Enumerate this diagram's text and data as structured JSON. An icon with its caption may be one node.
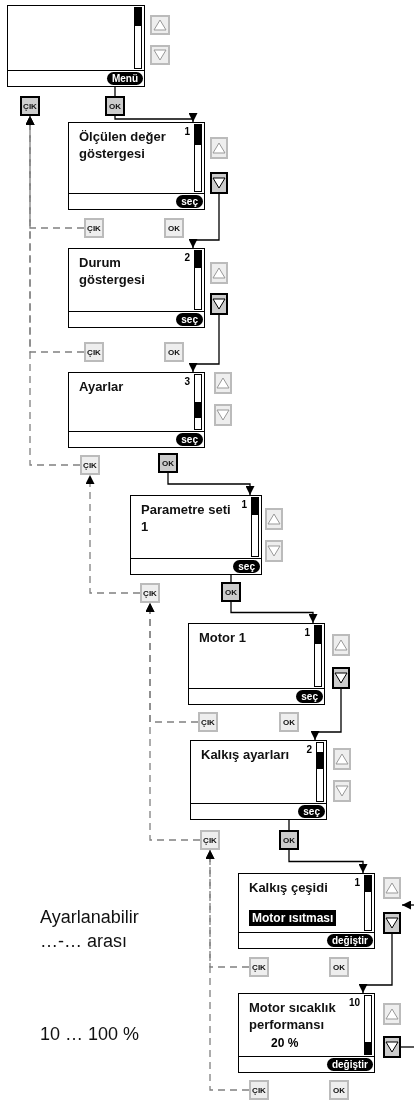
{
  "diagram": {
    "nodes": [
      {
        "text": [
          "Menü"
        ]
      },
      {
        "text": [],
        "shape": "box"
      },
      {
        "text": [],
        "shape": "box"
      },
      {
        "text": [
          "ÇIK"
        ]
      },
      {
        "text": [
          "OK"
        ]
      },
      {
        "text": [
          "Ölçülen değer göstergesi",
          "1",
          "seç"
        ]
      },
      {
        "text": [],
        "shape": "box"
      },
      {
        "text": [],
        "shape": "box"
      },
      {
        "text": [
          "ÇIK"
        ]
      },
      {
        "text": [
          "OK"
        ]
      },
      {
        "text": [
          "Durum göstergesi",
          "2",
          "seç"
        ]
      },
      {
        "text": [],
        "shape": "box"
      },
      {
        "text": [],
        "shape": "box"
      },
      {
        "text": [
          "ÇIK"
        ]
      },
      {
        "text": [
          "OK"
        ]
      },
      {
        "text": [
          "Ayarlar",
          "3",
          "seç"
        ]
      },
      {
        "text": [],
        "shape": "box"
      },
      {
        "text": [],
        "shape": "box"
      },
      {
        "text": [
          "ÇIK"
        ]
      },
      {
        "text": [
          "OK"
        ]
      },
      {
        "text": [
          "Parametre seti 1",
          "1",
          "seç"
        ]
      },
      {
        "text": [],
        "shape": "box"
      },
      {
        "text": [],
        "shape": "box"
      },
      {
        "text": [
          "ÇIK"
        ]
      },
      {
        "text": [
          "OK"
        ]
      },
      {
        "text": [
          "Motor 1",
          "1",
          "seç"
        ]
      },
      {
        "text": [],
        "shape": "box"
      },
      {
        "text": [],
        "shape": "box"
      },
      {
        "text": [
          "ÇIK"
        ]
      },
      {
        "text": [
          "OK"
        ]
      },
      {
        "text": [
          "Kalkış ayarları",
          "2",
          "seç"
        ]
      },
      {
        "text": [],
        "shape": "box"
      },
      {
        "text": [],
        "shape": "box"
      },
      {
        "text": [
          "ÇIK"
        ]
      },
      {
        "text": [
          "OK"
        ]
      },
      {
        "text": [
          "Kalkış çeşidi",
          "1",
          "Motor ısıtması",
          "değiştir"
        ]
      },
      {
        "text": [],
        "shape": "box"
      },
      {
        "text": [],
        "shape": "box"
      },
      {
        "text": [
          "ÇIK"
        ]
      },
      {
        "text": [
          "OK"
        ]
      },
      {
        "text": [
          "Motor sıcaklık performansı",
          "10",
          "20 %",
          "değiştir"
        ]
      },
      {
        "text": [],
        "shape": "box"
      },
      {
        "text": [],
        "shape": "box"
      },
      {
        "text": [
          "ÇIK"
        ]
      },
      {
        "text": [
          "OK"
        ]
      }
    ],
    "edges": [
      {
        "from": 0,
        "to": 4,
        "arrow": "none"
      },
      {
        "from": 4,
        "to": 5,
        "arrow": "to"
      },
      {
        "from": 7,
        "to": 10,
        "arrow": "to"
      },
      {
        "from": 12,
        "to": 15,
        "arrow": "to"
      },
      {
        "from": 19,
        "to": 20,
        "arrow": "to"
      },
      {
        "from": 20,
        "to": 24,
        "arrow": "none"
      },
      {
        "from": 24,
        "to": 25,
        "arrow": "to"
      },
      {
        "from": 27,
        "to": 30,
        "arrow": "to"
      },
      {
        "from": 30,
        "to": 34,
        "arrow": "none"
      },
      {
        "from": 34,
        "to": 35,
        "arrow": "to"
      },
      {
        "from": 37,
        "to": 40,
        "arrow": "to"
      },
      {
        "from": 42,
        "to": null,
        "arrow": "none"
      },
      {
        "from": null,
        "to": 36,
        "arrow": "to"
      },
      {
        "from": 8,
        "to": 3,
        "arrow": "to",
        "style": "dashed",
        "color": "#808080"
      },
      {
        "from": 13,
        "to": 3,
        "arrow": "to",
        "style": "dashed",
        "color": "#808080"
      },
      {
        "from": 18,
        "to": 3,
        "arrow": "to",
        "style": "dashed",
        "color": "#808080"
      },
      {
        "from": 23,
        "to": 18,
        "arrow": "to",
        "style": "dashed",
        "color": "#808080"
      },
      {
        "from": 28,
        "to": 23,
        "arrow": "to",
        "style": "dashed",
        "color": "#808080"
      },
      {
        "from": 33,
        "to": 23,
        "arrow": "to",
        "style": "dashed",
        "color": "#808080"
      },
      {
        "from": 38,
        "to": 33,
        "arrow": "to",
        "style": "dashed",
        "color": "#808080"
      },
      {
        "from": 43,
        "to": 33,
        "arrow": "to",
        "style": "dashed",
        "color": "#808080"
      }
    ],
    "labels": [
      "Ayarlanabilir …-… arası",
      "10 … 100 %"
    ]
  }
}
